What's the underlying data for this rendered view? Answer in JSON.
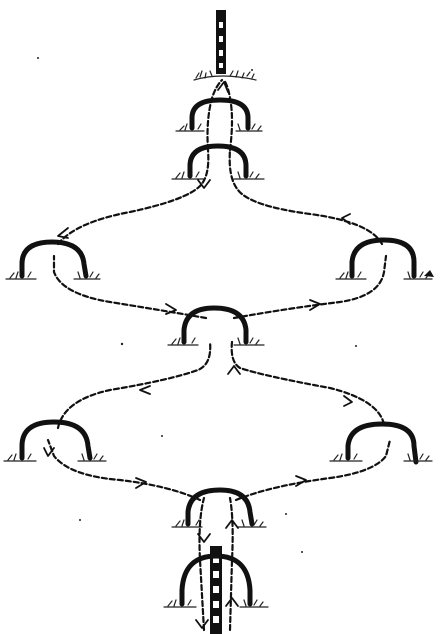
{
  "diagram": {
    "hoops": [
      {
        "id": "top-hoop-1"
      },
      {
        "id": "top-hoop-2"
      },
      {
        "id": "left-hoop-upper"
      },
      {
        "id": "right-hoop-upper"
      },
      {
        "id": "center-hoop"
      },
      {
        "id": "left-hoop-lower"
      },
      {
        "id": "right-hoop-lower"
      },
      {
        "id": "bottom-hoop-1"
      },
      {
        "id": "bottom-hoop-2"
      }
    ],
    "stakes": [
      {
        "id": "top-stake",
        "style": "black-and-white striped"
      },
      {
        "id": "bottom-stake",
        "style": "black-and-white striped"
      }
    ],
    "course_path": {
      "style": "dashed",
      "direction_markers": "arrowheads"
    }
  }
}
